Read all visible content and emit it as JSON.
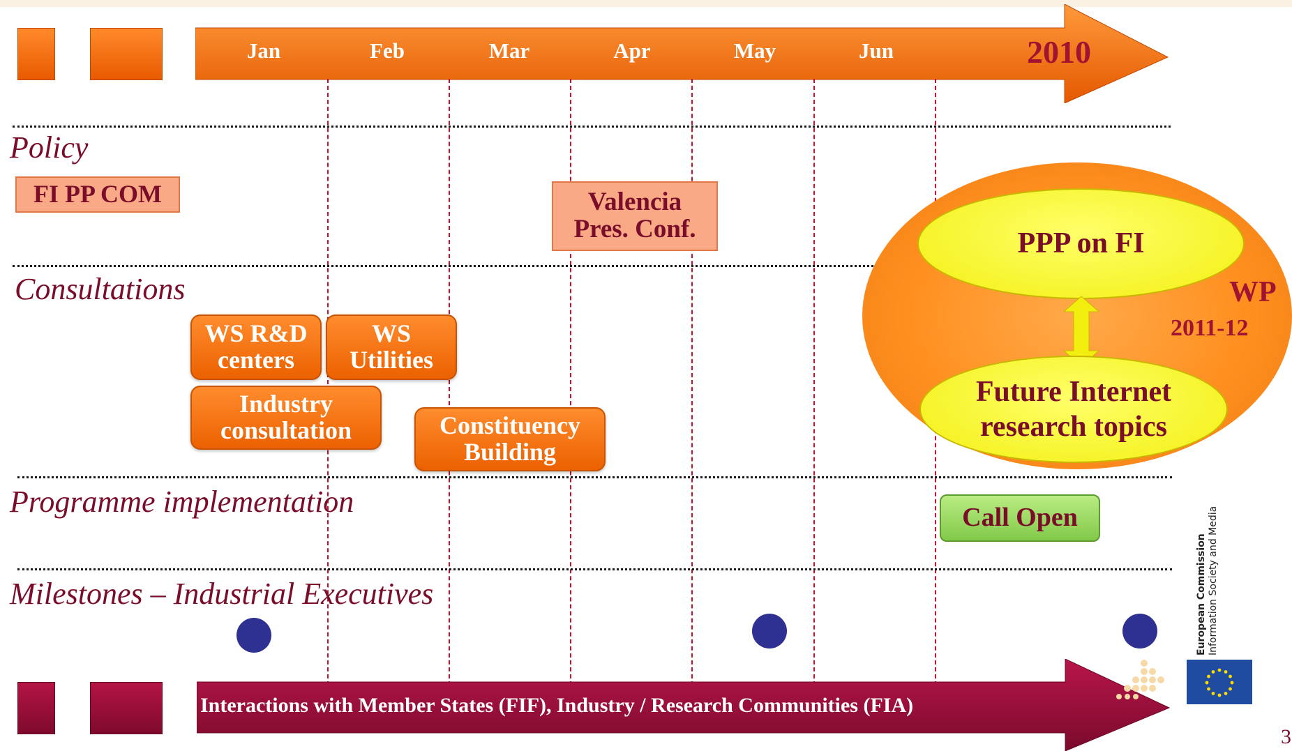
{
  "timeline": {
    "months": [
      "Jan",
      "Feb",
      "Mar",
      "Apr",
      "May",
      "Jun"
    ],
    "year": "2010"
  },
  "sections": {
    "policy": "Policy",
    "consultations": "Consultations",
    "programme": "Programme implementation",
    "milestones": "Milestones – Industrial Executives"
  },
  "boxes": {
    "fi_pp_com": "FI PP COM",
    "valencia": [
      "Valencia",
      "Pres. Conf."
    ],
    "ws_rd": [
      "WS R&D",
      "centers"
    ],
    "ws_utilities": [
      "WS",
      "Utilities"
    ],
    "industry": [
      "Industry",
      "consultation"
    ],
    "constituency": [
      "Constituency",
      "Building"
    ],
    "call_open": "Call Open"
  },
  "workprogramme": {
    "ppp": "PPP on FI",
    "topics": [
      "Future Internet",
      "research topics"
    ],
    "wp": "WP",
    "years": "2011-12"
  },
  "bottom_arrow": {
    "label": "Interactions with Member States (FIF), Industry / Research Communities (FIA)"
  },
  "logo": {
    "line1": "European Commission",
    "line2": "Information Society and Media"
  },
  "page_number": "3",
  "colors": {
    "orange": "#ec6100",
    "maroon": "#8a0c30",
    "dark_red_text": "#7a0e2a",
    "yellow": "#f2ef10",
    "green": "#82c94a",
    "milestone_dot": "#2e3192",
    "eu_blue": "#1f4ba0"
  }
}
